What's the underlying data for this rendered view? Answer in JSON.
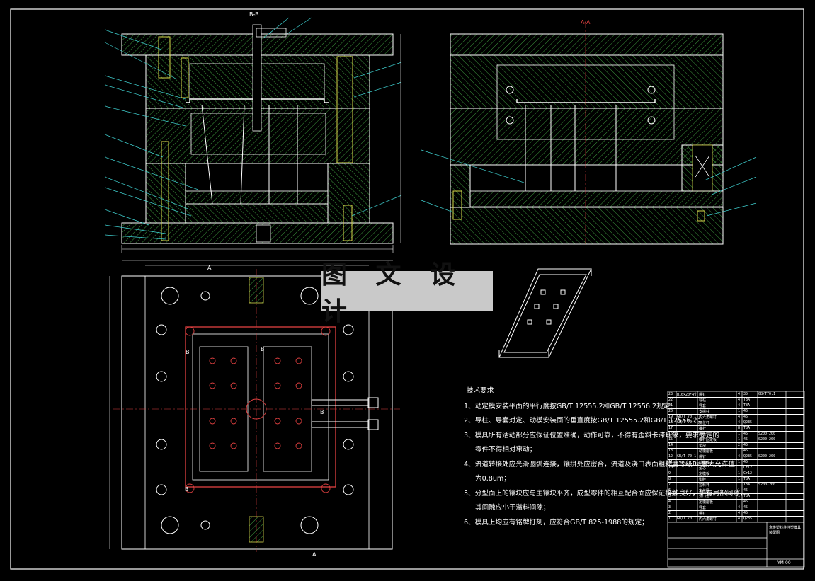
{
  "watermark": "图 文 设 计",
  "section_labels": {
    "bb": "B-B",
    "aa": "A-A",
    "plan_a_top": "A",
    "plan_a_bottom": "A",
    "plan_b1": "B",
    "plan_b2": "B",
    "plan_b3": "B",
    "plan_b4": "B"
  },
  "technical_notes": {
    "title": "技术要求",
    "items": [
      "1、动定模安装平面的平行度按GB/T 12555.2和GB/T 12556.2规定;",
      "2、导柱、导套对定、动模安装面的垂直度按GB/T 12555.2和GB/T 12556.2；",
      "3、模具所有活动部分应保证位置准确，动作可靠，不得有歪斜卡滞现象，要求固定的",
      "零件不得相对窜动；",
      "4、流道转接处应光滑圆弧连接，镶拼处应密合，流道及浇口表面粗糙度等级Ra最大允许值",
      "为0.8um；",
      "5、分型面上的镶块应与主镶块平齐，成型零件的相互配合面应保证接触良好，如有局部间隙，",
      "其间隙应小于溢料间隙；",
      "6、模具上均应有铭牌打刻，应符合GB/T 825-1988的规定；"
    ]
  },
  "title_block": {
    "bom": [
      [
        "23",
        "M16×20*4个",
        "螺钉",
        "4",
        "35",
        "GB/T70.1-2000"
      ],
      [
        "22",
        "",
        "导柱",
        "4",
        "T8A",
        ""
      ],
      [
        "21",
        "",
        "导套",
        "4",
        "T8A",
        ""
      ],
      [
        "20",
        "",
        "支撑柱",
        "1",
        "45",
        ""
      ],
      [
        "19",
        "GB/T 70.1-2000",
        "内六角螺钉",
        "4",
        "45",
        ""
      ],
      [
        "18",
        "GB/T 70.1-2000",
        "复位杆",
        "4",
        "Q235",
        ""
      ],
      [
        "17",
        "",
        "推杆",
        "8",
        "T8A",
        ""
      ],
      [
        "16",
        "",
        "推板",
        "1",
        "45",
        "S200-200-2"
      ],
      [
        "15",
        "",
        "推杆固定板",
        "1",
        "45",
        "S200-200-3"
      ],
      [
        "14",
        "",
        "垫块",
        "2",
        "45",
        ""
      ],
      [
        "13",
        "",
        "动模座板",
        "1",
        "45",
        ""
      ],
      [
        "12",
        "GB/T 70.1-2000",
        "螺钉",
        "4",
        "Q235",
        "S200-200-3"
      ],
      [
        "11",
        "",
        "动模板",
        "1",
        "45",
        ""
      ],
      [
        "10",
        "",
        "型芯",
        "1",
        "Cr12",
        ""
      ],
      [
        "9",
        "",
        "定模板",
        "1",
        "Cr12",
        ""
      ],
      [
        "8",
        "",
        "型腔",
        "1",
        "T8A",
        ""
      ],
      [
        "7",
        "",
        "拉料杆",
        "1",
        "T8A",
        "S200-200-4"
      ],
      [
        "6",
        "",
        "定位圈",
        "1",
        "45",
        ""
      ],
      [
        "5",
        "",
        "浇口套",
        "1",
        "T8A",
        ""
      ],
      [
        "4",
        "",
        "定模座板",
        "1",
        "45",
        ""
      ],
      [
        "3",
        "",
        "导套",
        "4",
        "45",
        ""
      ],
      [
        "2",
        "",
        "螺钉",
        "4",
        "45",
        ""
      ],
      [
        "1",
        "GB/T 70.1-2000",
        "内六角螺钉",
        "4",
        "Q235",
        ""
      ]
    ],
    "drawing_title": "盒类塑料件注塑模具装配图",
    "drawing_no": "YM-00"
  }
}
